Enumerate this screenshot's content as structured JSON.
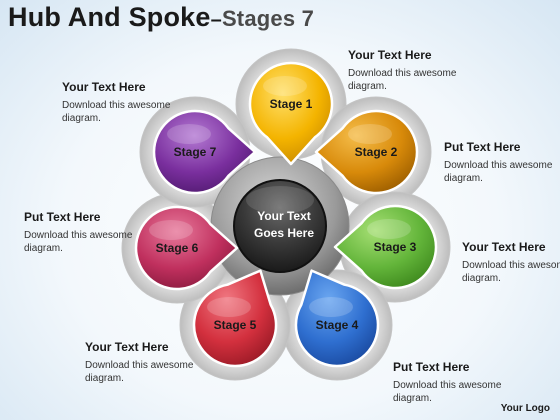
{
  "title": {
    "main": "Hub And Spoke",
    "separator": "–",
    "sub": "Stages 7"
  },
  "hub": {
    "line1": "Your Text",
    "line2": "Goes Here"
  },
  "stages": [
    {
      "label": "Stage 1",
      "color": "#f4b400",
      "light": "#ffe06b",
      "dark": "#c98a00"
    },
    {
      "label": "Stage 2",
      "color": "#d88a0a",
      "light": "#f5bd4a",
      "dark": "#9e5f00"
    },
    {
      "label": "Stage 3",
      "color": "#63b53a",
      "light": "#a6df74",
      "dark": "#3f8a1e"
    },
    {
      "label": "Stage 4",
      "color": "#2f6fd0",
      "light": "#6aa6f0",
      "dark": "#1a4aa0"
    },
    {
      "label": "Stage 5",
      "color": "#d3303e",
      "light": "#f07781",
      "dark": "#9a1a26"
    },
    {
      "label": "Stage 6",
      "color": "#c0305e",
      "light": "#e7799b",
      "dark": "#8a1a3e"
    },
    {
      "label": "Stage 7",
      "color": "#7a2f9e",
      "light": "#b47ad3",
      "dark": "#511a70"
    }
  ],
  "notes": [
    {
      "heading": "Your Text Here",
      "body": "Download this awesome diagram."
    },
    {
      "heading": "Put Text Here",
      "body": "Download this awesome diagram."
    },
    {
      "heading": "Your Text Here",
      "body": "Download this awesome diagram."
    },
    {
      "heading": "Put Text Here",
      "body": "Download this awesome diagram."
    },
    {
      "heading": "Your Text Here",
      "body": "Download this awesome diagram."
    },
    {
      "heading": "Put Text Here",
      "body": "Download this awesome diagram."
    },
    {
      "heading": "Your Text Here",
      "body": "Download this awesome diagram."
    }
  ],
  "logo": "Your Logo"
}
